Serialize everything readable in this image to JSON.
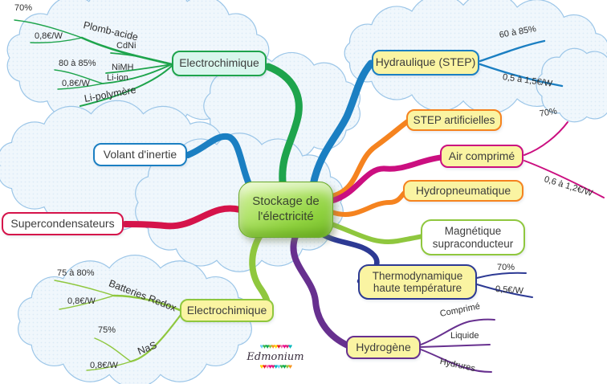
{
  "colors": {
    "green": "#1ea44c",
    "blue": "#1b7fc2",
    "orange": "#f5831f",
    "magenta": "#cb0f80",
    "ygreen": "#8fc73e",
    "navy": "#2d3a94",
    "purple": "#67308f",
    "red": "#d5134a",
    "cloud_stroke": "#9cc6e8",
    "cloud_fill": "#f0f7fc",
    "node_yellow": "#faf4a2",
    "node_cyan": "#d9f6ed"
  },
  "center": {
    "label": "Stockage de\nl'électricité"
  },
  "nodes": {
    "electro_top": {
      "label": "Electrochimique"
    },
    "hydraulique": {
      "label": "Hydraulique (STEP)"
    },
    "step_art": {
      "label": "STEP artificielles"
    },
    "air": {
      "label": "Air comprimé"
    },
    "hydropneu": {
      "label": "Hydropneumatique"
    },
    "magnetique": {
      "label": "Magnétique\nsupraconducteur"
    },
    "thermo": {
      "label": "Thermodynamique\nhaute température"
    },
    "hydrogene": {
      "label": "Hydrogène"
    },
    "volant": {
      "label": "Volant d'inertie"
    },
    "super": {
      "label": "Supercondensateurs"
    },
    "electro_bottom": {
      "label": "Electrochimique"
    }
  },
  "leaves": {
    "electro_top": {
      "plomb": "Plomb-acide",
      "plomb_eff": "70%",
      "plomb_cost": "0,8€/W",
      "cdni": "CdNi",
      "nimh": "NiMH",
      "liion": "Li-ion",
      "liion_eff": "80 à 85%",
      "liion_cost": "0,8€/W",
      "lipoly": "Li-polymère"
    },
    "hydraulique": {
      "eff": "60 à 85%",
      "cost": "0,5 à 1,5€/W"
    },
    "air": {
      "eff": "70%",
      "cost": "0,6 à 1,2€/W"
    },
    "thermo": {
      "eff": "70%",
      "cost": "0,5€/W"
    },
    "hydrogene": {
      "comprime": "Comprimé",
      "liquide": "Liquide",
      "hydrures": "Hydrures"
    },
    "electro_bottom": {
      "redox": "Batteries Redox",
      "redox_eff": "75 à 80%",
      "redox_cost": "0,8€/W",
      "nas": "NaS",
      "nas_eff": "75%",
      "nas_cost": "0,8€/W"
    }
  },
  "logo": {
    "name": "Edmonium"
  }
}
